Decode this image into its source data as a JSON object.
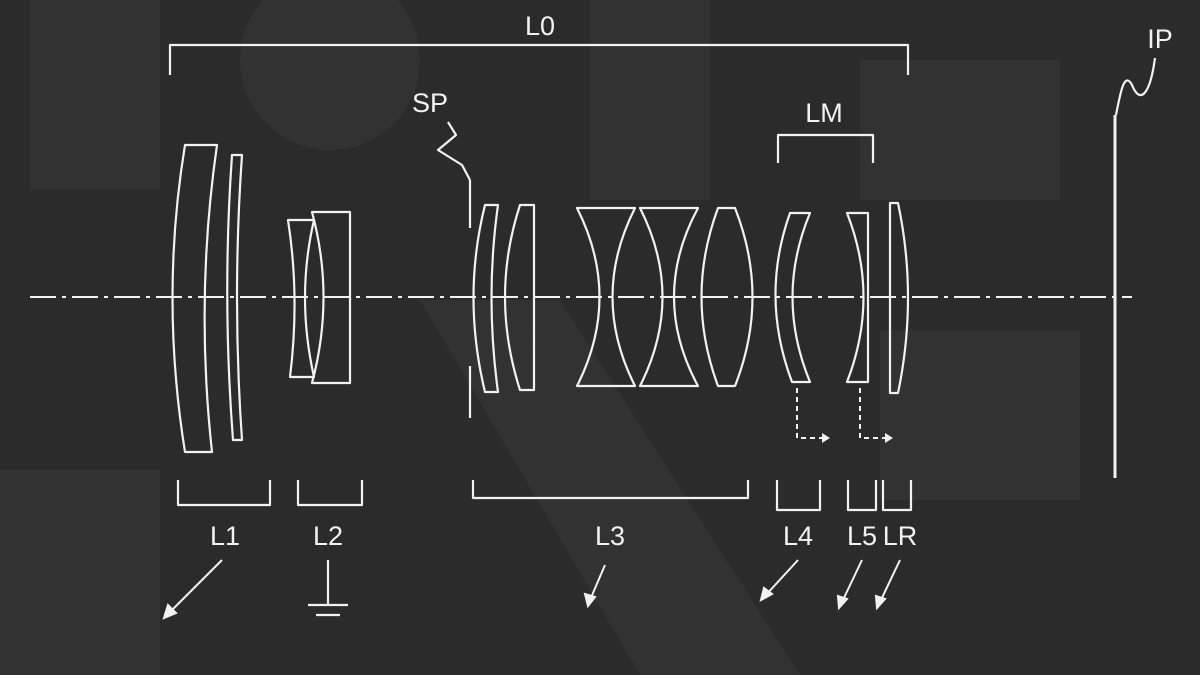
{
  "labels": {
    "overall_group": "L0",
    "image_plane": "IP",
    "aperture_stop": "SP",
    "moving_group": "LM",
    "group1": "L1",
    "group2": "L2",
    "group3": "L3",
    "group4": "L4",
    "group5": "L5",
    "rear_group": "LR"
  },
  "colors": {
    "background": "#2b2b2b",
    "line": "#f2f2f2"
  }
}
